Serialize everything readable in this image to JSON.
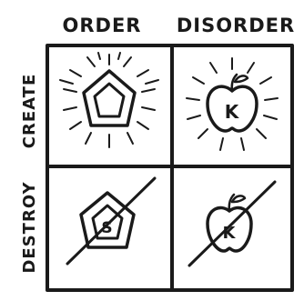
{
  "columns": {
    "order": "ORDER",
    "disorder": "DISORDER"
  },
  "rows": {
    "create": "CREATE",
    "destroy": "DESTROY"
  },
  "cells": {
    "create_order": {
      "icon": "pentagon-icon"
    },
    "create_disorder": {
      "icon": "apple-icon",
      "letter": "K"
    },
    "destroy_order": {
      "icon": "crossed-pentagon-icon",
      "letter": "S"
    },
    "destroy_disorder": {
      "icon": "crossed-apple-icon",
      "letter": "K"
    }
  },
  "colors": {
    "ink": "#1a1a1a",
    "background": "#ffffff"
  }
}
